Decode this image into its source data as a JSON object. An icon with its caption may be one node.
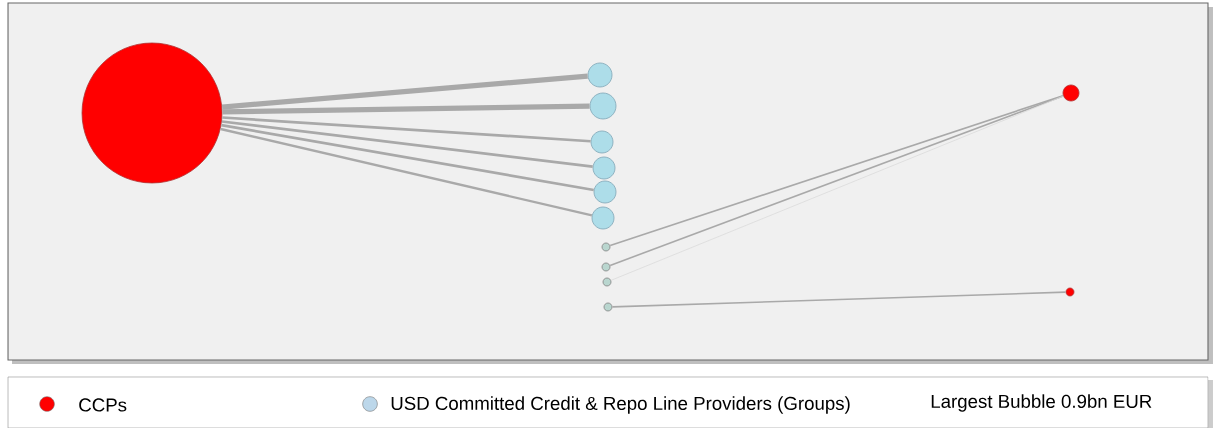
{
  "diagram": {
    "nodes": [
      {
        "text": [],
        "shape": "circle"
      },
      {
        "text": [],
        "shape": "circle"
      },
      {
        "text": [],
        "shape": "circle"
      },
      {
        "text": [],
        "shape": "circle"
      },
      {
        "text": [],
        "shape": "circle"
      },
      {
        "text": [],
        "shape": "circle"
      },
      {
        "text": [],
        "shape": "circle"
      },
      {
        "text": [],
        "shape": "circle"
      },
      {
        "text": [],
        "shape": "circle"
      },
      {
        "text": [],
        "shape": "circle"
      },
      {
        "text": [],
        "shape": "circle"
      },
      {
        "text": [],
        "shape": "circle"
      },
      {
        "text": [],
        "shape": "circle"
      }
    ],
    "edges": [
      {
        "from": 0,
        "to": 1,
        "arrow": "none",
        "style": "thick"
      },
      {
        "from": 0,
        "to": 2,
        "arrow": "none",
        "style": "thick"
      },
      {
        "from": 0,
        "to": 3,
        "arrow": "none"
      },
      {
        "from": 0,
        "to": 4,
        "arrow": "none"
      },
      {
        "from": 0,
        "to": 5,
        "arrow": "none"
      },
      {
        "from": 0,
        "to": 6,
        "arrow": "none"
      },
      {
        "from": 7,
        "to": 11,
        "arrow": "none"
      },
      {
        "from": 8,
        "to": 11,
        "arrow": "none"
      },
      {
        "from": 9,
        "to": 11,
        "arrow": "none",
        "color": "#dadada"
      },
      {
        "from": 10,
        "to": 12,
        "arrow": "none"
      }
    ],
    "labels": [
      "Largest Bubble 0.9bn EUR"
    ],
    "legend": [
      {
        "text": "CCPs",
        "color": "#ff0000"
      },
      {
        "text": "USD Committed Credit & Repo Line Providers (Groups)",
        "color": "#bcd7ea"
      }
    ]
  }
}
